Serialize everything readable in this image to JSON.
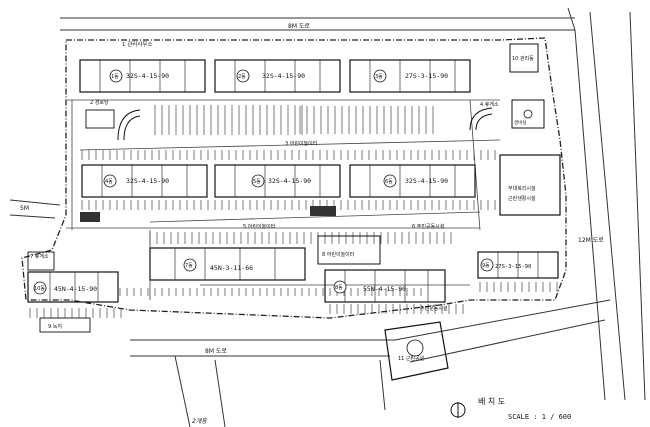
{
  "roads": {
    "top": "8M 도로",
    "bottom": "8M 도로",
    "right": "12M 도로",
    "left": "5M"
  },
  "buildings": [
    {
      "no": "1동",
      "type": "32S-4-15-90"
    },
    {
      "no": "2동",
      "type": "32S-4-15-90"
    },
    {
      "no": "3동",
      "type": "27S-3-15-90"
    },
    {
      "no": "4동",
      "type": "32S-4-15-90"
    },
    {
      "no": "5동",
      "type": "32S-4-15-90"
    },
    {
      "no": "6동",
      "type": "32S-4-15-90"
    },
    {
      "no": "7동",
      "type": "45N-3-11-66"
    },
    {
      "no": "8동",
      "type": "55N-4-15-90"
    },
    {
      "no": "9동",
      "type": "27S-3-15-90"
    },
    {
      "no": "10동",
      "type": "45N-4-15-90"
    }
  ],
  "facilities": {
    "f1": "1  관리사무소",
    "f2": "2  경로당",
    "f3": "3  어린이놀이터",
    "f4": "4  휴게소",
    "f5": "5  어린이놀이터",
    "f6": "6  주민공동시설",
    "f7": "7  휴게소",
    "f8": "8  어린이놀이터",
    "f9": "9  녹지",
    "f10": "10  관리동",
    "f11": "경비실",
    "f12": "부대복리시설",
    "f13": "근린생활시설",
    "f14": "주민운동시설",
    "f15": "11  근린공원"
  },
  "scale_text": "SCALE : 1 / 600",
  "title_text": "배   치   도",
  "signature": "2개동"
}
